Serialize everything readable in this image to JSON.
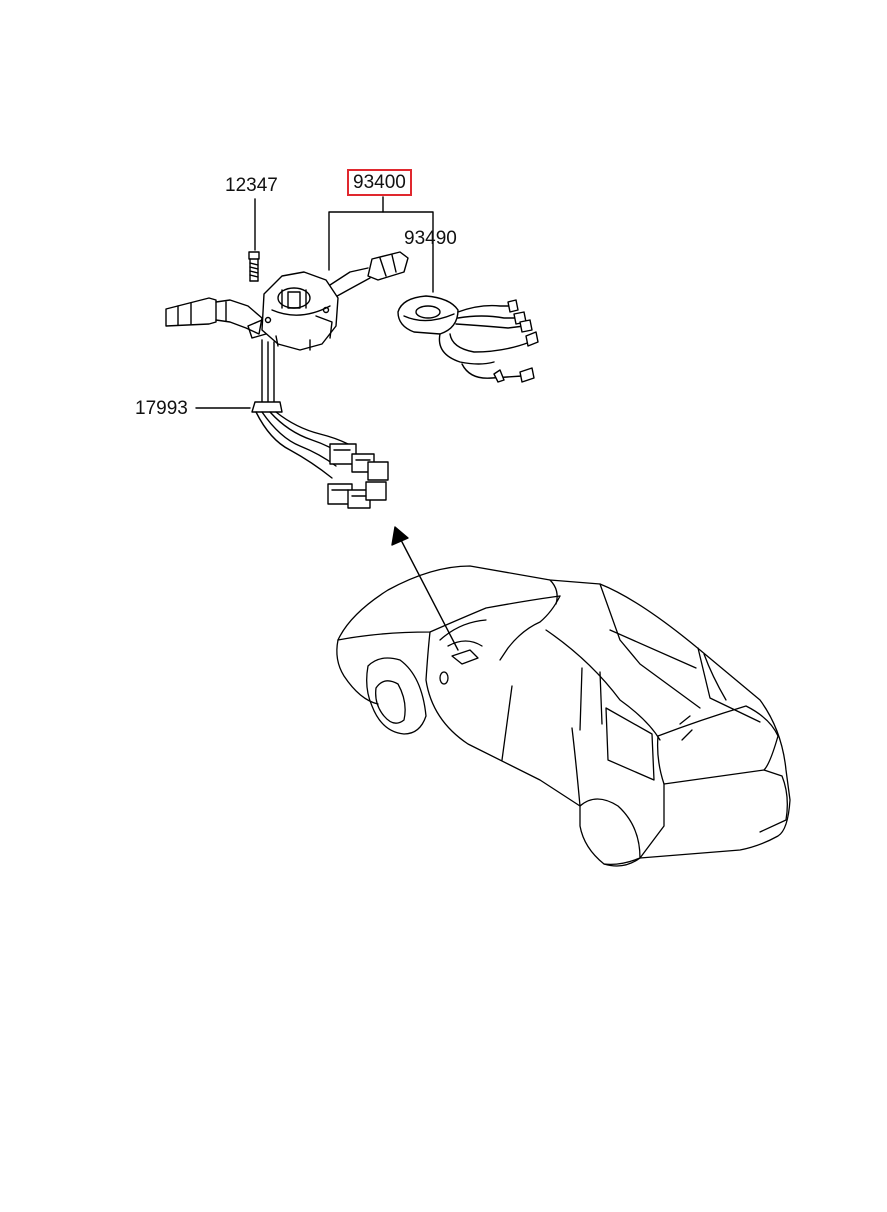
{
  "callouts": {
    "bolt": "12347",
    "assembly": "93400",
    "clock_spring": "93490",
    "cable": "17993"
  },
  "colors": {
    "highlight": "#e0282e",
    "line": "#000000",
    "background": "#ffffff"
  }
}
